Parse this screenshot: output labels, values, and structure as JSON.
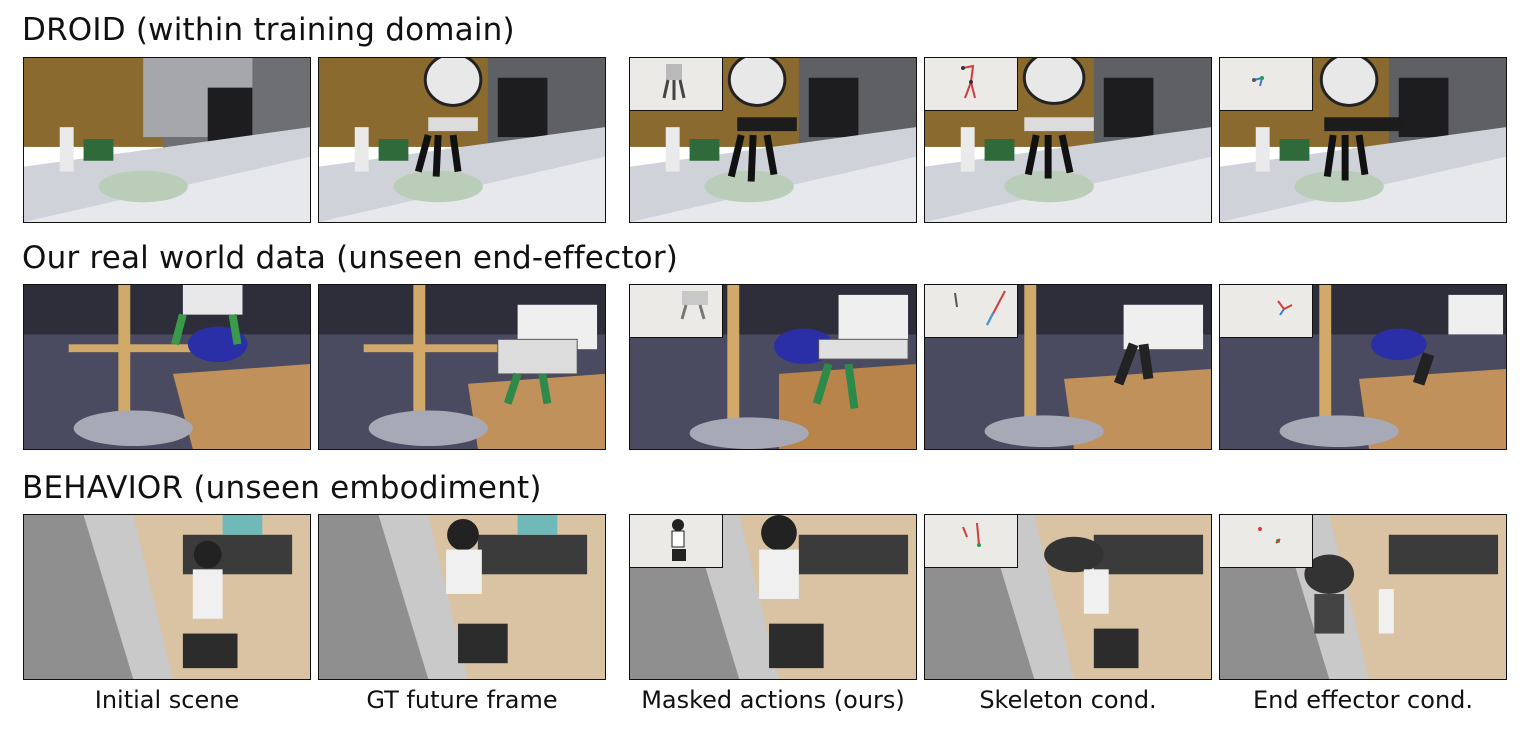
{
  "rows": [
    {
      "title": "DROID (within training domain)"
    },
    {
      "title": "Our real world data (unseen end-effector)"
    },
    {
      "title": "BEHAVIOR (unseen embodiment)"
    }
  ],
  "columns": [
    {
      "caption": "Initial scene"
    },
    {
      "caption": "GT future frame"
    },
    {
      "caption": "Masked actions (ours)"
    },
    {
      "caption": "Skeleton cond."
    },
    {
      "caption": "End effector cond."
    }
  ]
}
